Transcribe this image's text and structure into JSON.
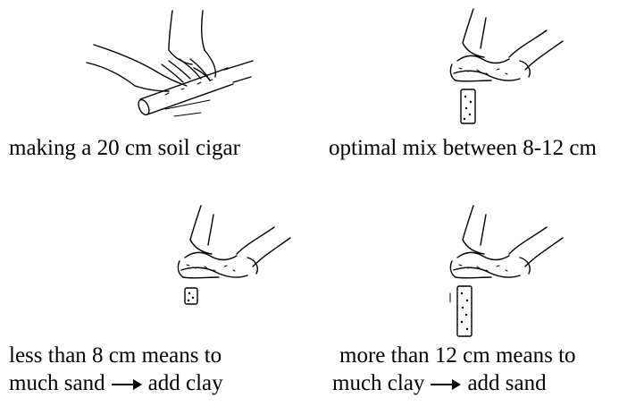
{
  "panels": [
    {
      "caption_lines": [
        "making a 20 cm soil cigar"
      ]
    },
    {
      "caption_lines": [
        "optimal mix between 8-12 cm"
      ]
    },
    {
      "caption_lines": [
        "less than 8 cm means to",
        "much sand",
        "add clay"
      ]
    },
    {
      "caption_lines": [
        "more than 12 cm means to",
        "much clay",
        "add sand"
      ]
    }
  ],
  "icons": {
    "arrow": "right-arrow-icon"
  }
}
